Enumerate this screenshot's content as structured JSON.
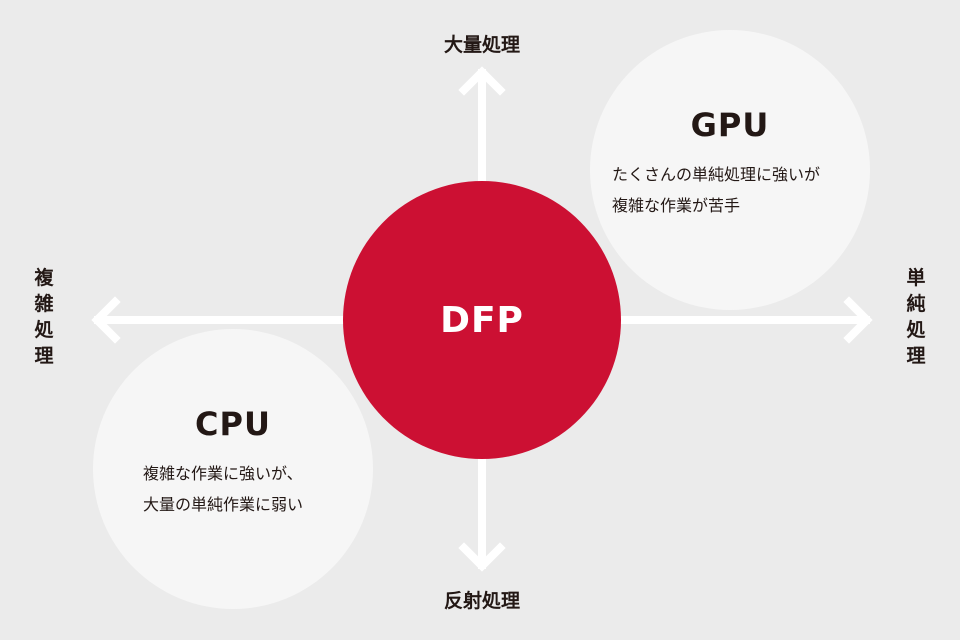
{
  "axes": {
    "top": "大量処理",
    "bottom": "反射処理",
    "left": "複雑処理",
    "right": "単純処理"
  },
  "center": {
    "label": "DFP"
  },
  "gpu": {
    "title": "GPU",
    "lines": [
      "たくさんの単純処理に強いが",
      "複雑な作業が苦手"
    ]
  },
  "cpu": {
    "title": "CPU",
    "lines": [
      "複雑な作業に強いが、",
      "大量の単純作業に弱い"
    ]
  },
  "colors": {
    "background": "#ebebeb",
    "circle": "#f6f6f6",
    "accent": "#cc1033",
    "arrow": "#ffffff"
  }
}
